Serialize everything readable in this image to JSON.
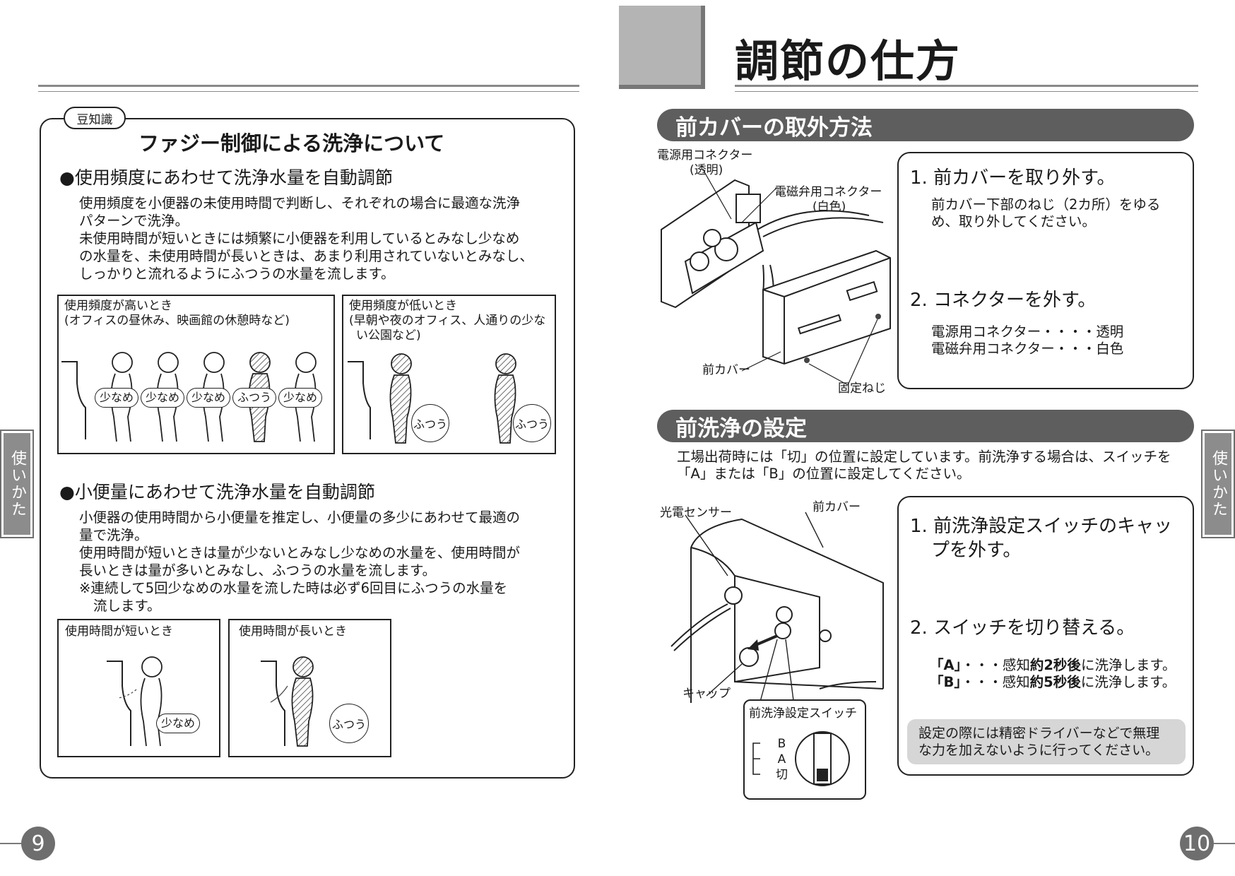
{
  "left_page": {
    "page_number": "9",
    "side_tab": "使いかた",
    "tip_tag": "豆知識",
    "title": "ファジー制御による洗浄について",
    "section1": {
      "heading": "●使用頻度にあわせて洗浄水量を自動調節",
      "lines": [
        "使用頻度を小便器の未使用時間で判断し、それぞれの場合に最適な洗浄",
        "パターンで洗浄。",
        "未使用時間が短いときには頻繁に小便器を利用しているとみなし少なめ",
        "の水量を、未使用時間が長いときは、あまり利用されていないとみなし、",
        "しっかりと流れるようにふつうの水量を流します。"
      ],
      "panel_high": {
        "caption1": "使用頻度が高いとき",
        "caption2": "(オフィスの昼休み、映画館の休憩時など)",
        "labels": [
          "少なめ",
          "少なめ",
          "少なめ",
          "ふつう",
          "少なめ"
        ]
      },
      "panel_low": {
        "caption1": "使用頻度が低いとき",
        "caption2": "(早朝や夜のオフィス、人通りの少な",
        "caption3": "い公園など)",
        "labels": [
          "ふつう",
          "ふつう"
        ]
      }
    },
    "section2": {
      "heading": "●小便量にあわせて洗浄水量を自動調節",
      "lines": [
        "小便器の使用時間から小便量を推定し、小便量の多少にあわせて最適の",
        "量で洗浄。",
        "使用時間が短いときは量が少ないとみなし少なめの水量を、使用時間が",
        "長いときは量が多いとみなし、ふつうの水量を流します。",
        "※連続して5回少なめの水量を流した時は必ず6回目にふつうの水量を",
        "流します。"
      ],
      "panel_short": {
        "caption": "使用時間が短いとき",
        "label": "少なめ"
      },
      "panel_long": {
        "caption": "使用時間が長いとき",
        "label": "ふつう"
      }
    }
  },
  "right_page": {
    "page_number": "10",
    "side_tab": "使いかた",
    "title": "調節の仕方",
    "cover": {
      "banner": "前カバーの取外方法",
      "callouts": {
        "power_connector": "電源用コネクター",
        "power_connector_color": "(透明)",
        "valve_connector": "電磁弁用コネクター",
        "valve_connector_color": "(白色)",
        "front_cover": "前カバー",
        "screw": "固定ねじ"
      },
      "step1_heading": "1. 前カバーを取り外す。",
      "step1_lines": [
        "前カバー下部のねじ（2カ所）をゆる",
        "め、取り外してください。"
      ],
      "step2_heading": "2. コネクターを外す。",
      "step2_lines": [
        "電源用コネクター・・・・透明",
        "電磁弁用コネクター・・・白色"
      ]
    },
    "prewash": {
      "banner": "前洗浄の設定",
      "intro_lines": [
        "工場出荷時には「切」の位置に設定しています。前洗浄する場合は、スイッチを",
        "「A」または「B」の位置に設定してください。"
      ],
      "callouts": {
        "sensor": "光電センサー",
        "front_cover": "前カバー",
        "cap": "キャップ",
        "switch_title": "前洗浄設定スイッチ",
        "pos_b": "B",
        "pos_a": "A",
        "pos_off": "切"
      },
      "step1_heading_line1": "1. 前洗浄設定スイッチのキャッ",
      "step1_heading_line2": "プを外す。",
      "step2_heading": "2. スイッチを切り替える。",
      "a_key": "「A」",
      "a_mid": "・・・感知",
      "a_bold": "約2秒後",
      "a_tail": "に洗浄します。",
      "b_key": "「B」",
      "b_mid": "・・・感知",
      "b_bold": "約5秒後",
      "b_tail": "に洗浄します。",
      "note_lines": [
        "設定の際には精密ドライバーなどで無理",
        "な力を加えないように行ってください。"
      ]
    }
  }
}
